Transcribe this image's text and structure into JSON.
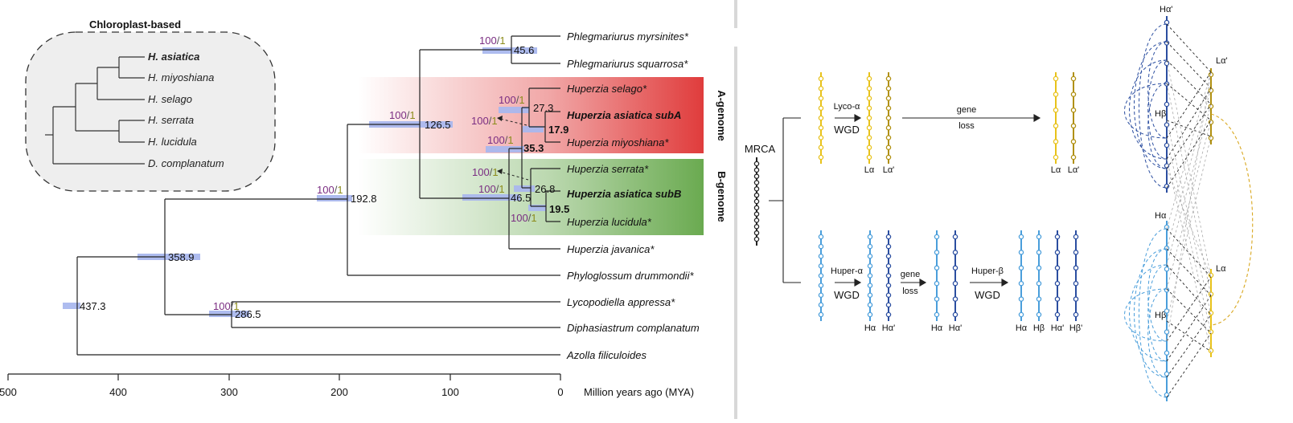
{
  "chloroplast_inset": {
    "title": "Chloroplast-based",
    "taxa": [
      "H. asiatica",
      "H. miyoshiana",
      "H. selago",
      "H. serrata",
      "H. lucidula",
      "D. complanatum"
    ]
  },
  "tree": {
    "taxa": [
      "Phlegmariurus myrsinites*",
      "Phlegmariurus squarrosa*",
      "Huperzia selago*",
      "Huperzia asiatica subA",
      "Huperzia miyoshiana*",
      "Huperzia serrata*",
      "Huperzia asiatica subB",
      "Huperzia lucidula*",
      "Huperzia javanica*",
      "Phyloglossum drummondii*",
      "Lycopodiella appressa*",
      "Diphasiastrum complanatum",
      "Azolla filiculoides"
    ],
    "ages": {
      "n437": "437.3",
      "n358": "358.9",
      "n286": "286.5",
      "n192": "192.8",
      "n126": "126.5",
      "n46": "46.5",
      "n45": "45.6",
      "n35": "35.3",
      "n27": "27.3",
      "n26": "26.8",
      "n19": "19.5",
      "n17": "17.9"
    },
    "support_bs": "100",
    "support_sep": "/",
    "support_pp": "1",
    "genome_labels": {
      "a": "A-genome",
      "b": "B-genome"
    },
    "colors": {
      "a_band": "#e03c3c",
      "b_band": "#6aaa50",
      "bootstrap": "#7a2d82",
      "posterior": "#8c8c1a",
      "hpd_bar": "#aab8ee"
    }
  },
  "axis": {
    "ticks": [
      "500",
      "400",
      "300",
      "200",
      "100",
      "0"
    ],
    "label": "Million years ago (MYA)"
  },
  "wgd_diagram": {
    "mrca": "MRCA",
    "lyco_alpha": "Lyco-α",
    "huper_alpha": "Huper-α",
    "huper_beta": "Huper-β",
    "wgd": "WGD",
    "gene": "gene",
    "loss": "loss",
    "L_alpha": "Lα",
    "L_alpha_p": "Lα'",
    "H_alpha": "Hα",
    "H_alpha_p": "Hα'",
    "H_beta": "Hβ",
    "H_beta_p": "Hβ'",
    "colors": {
      "yellow": "#e8c21a",
      "olive": "#b09010",
      "light_blue": "#4a9edb",
      "dark_blue": "#2b4ea0",
      "black": "#222222"
    }
  },
  "synteny": {
    "top_left": "Hα'",
    "top_right": "Lα'",
    "top_mid": "Hβ",
    "bottom_left": "Hα",
    "bottom_right": "Lα",
    "bottom_mid": "Hβ"
  }
}
